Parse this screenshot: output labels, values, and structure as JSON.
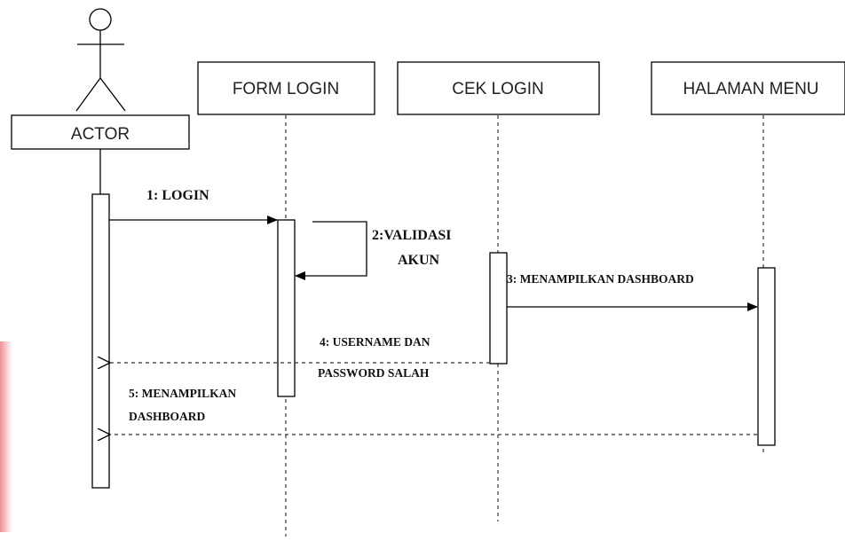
{
  "diagram": {
    "type": "sequence",
    "actor": {
      "label": "ACTOR"
    },
    "lifelines": [
      {
        "label": "FORM LOGIN"
      },
      {
        "label": "CEK LOGIN"
      },
      {
        "label": "HALAMAN MENU"
      }
    ],
    "messages": [
      {
        "from": "ACTOR",
        "to": "FORM LOGIN",
        "style": "solid",
        "lines": [
          "1: LOGIN"
        ]
      },
      {
        "from": "FORM LOGIN",
        "to": "FORM LOGIN",
        "style": "solid",
        "lines": [
          "2:VALIDASI",
          "AKUN"
        ]
      },
      {
        "from": "CEK LOGIN",
        "to": "HALAMAN MENU",
        "style": "solid",
        "lines": [
          "3: MENAMPILKAN DASHBOARD"
        ]
      },
      {
        "from": "CEK LOGIN",
        "to": "ACTOR",
        "style": "dashed",
        "lines": [
          "4: USERNAME DAN",
          "PASSWORD SALAH"
        ]
      },
      {
        "from": "HALAMAN MENU",
        "to": "ACTOR",
        "style": "dashed",
        "lines": [
          "5: MENAMPILKAN",
          "DASHBOARD"
        ]
      }
    ],
    "colors": {
      "stroke": "#000000",
      "lifeline": "#666666",
      "accent_edge": "#e8323c"
    }
  }
}
